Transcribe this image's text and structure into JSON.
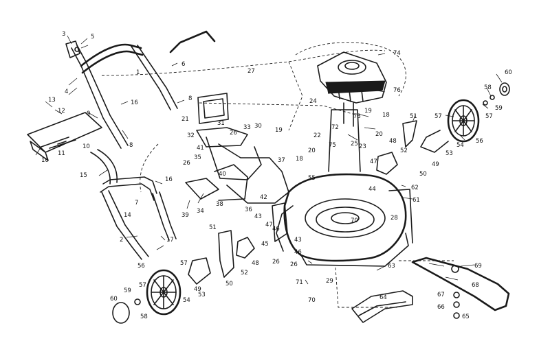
{
  "callouts": [
    "1",
    "2",
    "3",
    "4",
    "5",
    "6",
    "7",
    "8",
    "9",
    "10",
    "11",
    "12",
    "13",
    "14",
    "15",
    "16",
    "17",
    "18",
    "19",
    "20",
    "21",
    "22",
    "23",
    "24",
    "25",
    "26",
    "27",
    "28",
    "29",
    "30",
    "31",
    "32",
    "33",
    "34",
    "35",
    "36",
    "37",
    "38",
    "39",
    "40",
    "41",
    "42",
    "43",
    "44",
    "45",
    "46",
    "47",
    "48",
    "49",
    "50",
    "51",
    "52",
    "53",
    "54",
    "55",
    "56",
    "57",
    "58",
    "59",
    "60",
    "61",
    "62",
    "63",
    "64",
    "65",
    "66",
    "67",
    "68",
    "69",
    "70",
    "71",
    "72",
    "73",
    "74",
    "75",
    "76"
  ],
  "icons": {
    "engine": "engine-icon",
    "wheel": "wheel-icon",
    "blade": "blade-icon",
    "handle": "handle-icon",
    "deck": "deck-icon"
  }
}
